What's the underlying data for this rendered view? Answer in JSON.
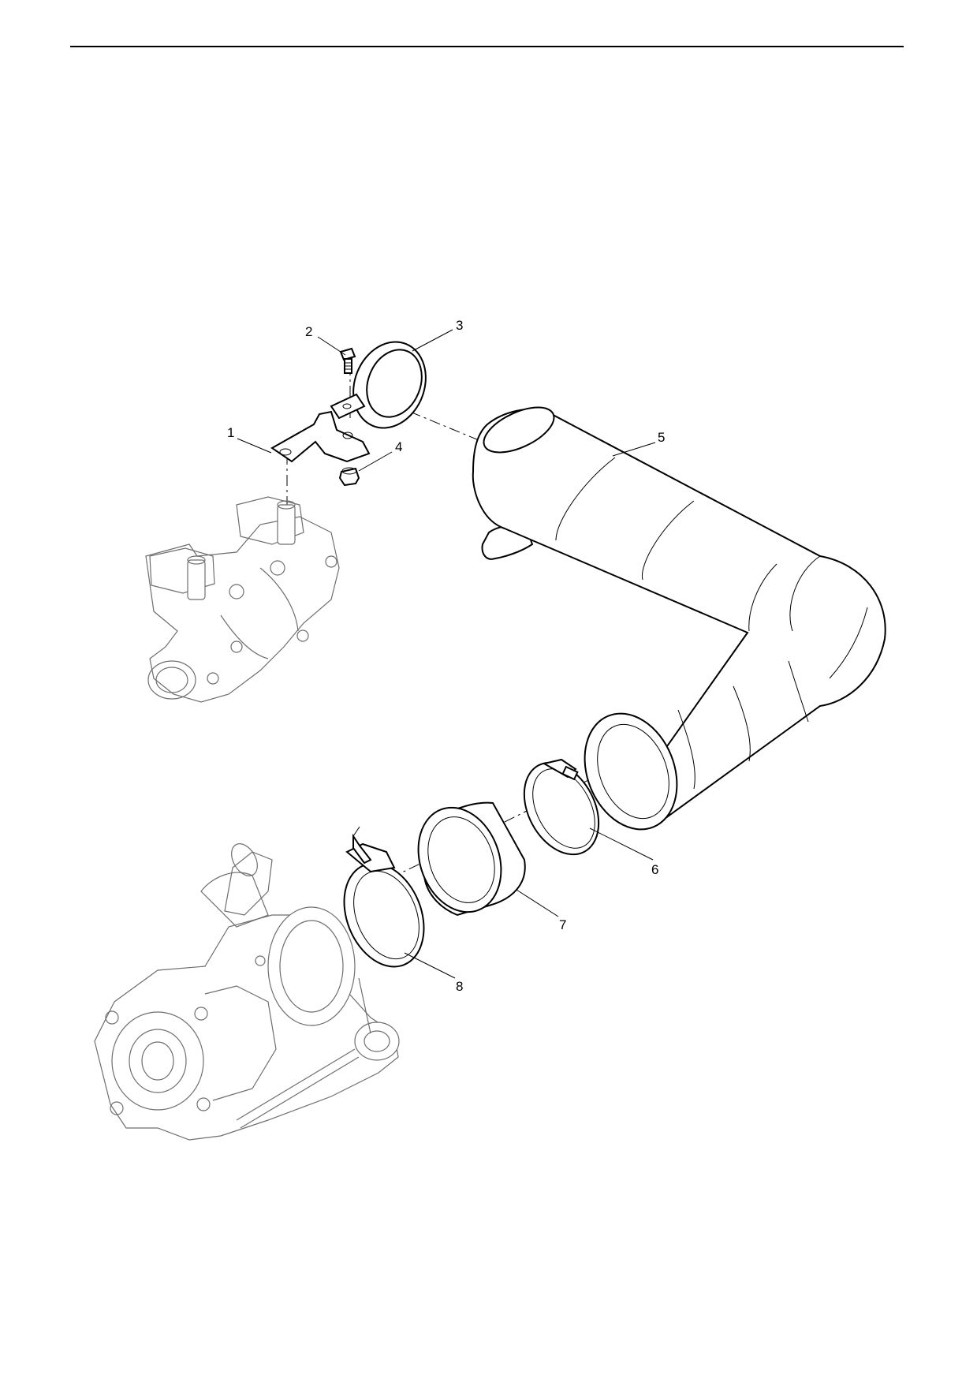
{
  "callouts": [
    {
      "id": "1",
      "label": "1",
      "part": "bracket"
    },
    {
      "id": "2",
      "label": "2",
      "part": "bolt"
    },
    {
      "id": "3",
      "label": "3",
      "part": "pipe-clamp"
    },
    {
      "id": "4",
      "label": "4",
      "part": "nut"
    },
    {
      "id": "5",
      "label": "5",
      "part": "intake-pipe"
    },
    {
      "id": "6",
      "label": "6",
      "part": "hose-clamp"
    },
    {
      "id": "7",
      "label": "7",
      "part": "sleeve"
    },
    {
      "id": "8",
      "label": "8",
      "part": "t-bolt-clamp"
    }
  ],
  "colors": {
    "line": "#000000",
    "ghost": "#6e6e6e",
    "background": "#ffffff"
  }
}
